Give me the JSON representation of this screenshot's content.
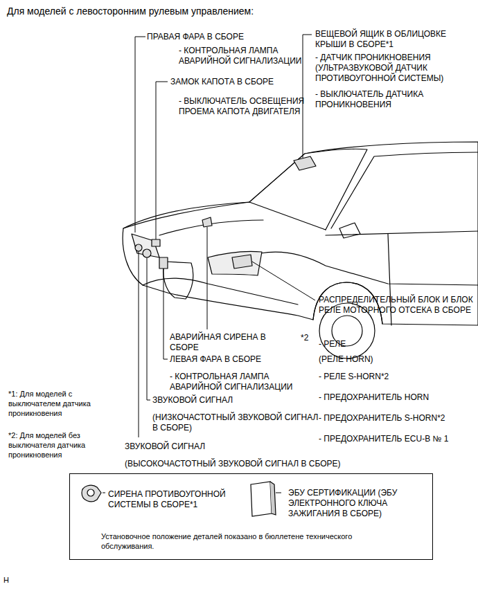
{
  "diagram": {
    "title": "Для моделей с левосторонним рулевым управлением:",
    "nodes": [
      {
        "text": [
          "СИРЕНА ПРОТИВОУГОННОЙ СИСТЕМЫ В СБОРЕ*1",
          "ЭБУ СЕРТИФИКАЦИИ (ЭБУ ЭЛЕКТРОННОГО КЛЮЧА ЗАЖИГАНИЯ В СБОРЕ)",
          "Установочное положение деталей показано в бюллетене технического обслуживания."
        ]
      }
    ],
    "labels": [
      "ПРАВАЯ ФАРА В СБОРЕ",
      "- КОНТРОЛЬНАЯ ЛАМПА АВАРИЙНОЙ СИГНАЛИЗАЦИИ",
      "ЗАМОК КАПОТА В СБОРЕ",
      "- ВЫКЛЮЧАТЕЛЬ ОСВЕЩЕНИЯ ПРОЕМА КАПОТА ДВИГАТЕЛЯ",
      "ВЕЩЕВОЙ ЯЩИК В ОБЛИЦОВКЕ КРЫШИ В СБОРЕ*1",
      "- ДАТЧИК ПРОНИКНОВЕНИЯ (УЛЬТРАЗВУКОВОЙ ДАТЧИК ПРОТИВОУГОННОЙ СИСТЕМЫ)",
      "- ВЫКЛЮЧАТЕЛЬ ДАТЧИКА ПРОНИКНОВЕНИЯ",
      "РАСПРЕДЕЛИТЕЛЬНЫЙ БЛОК И БЛОК РЕЛЕ МОТОРНОГО ОТСЕКА В СБОРЕ",
      "*2",
      "- РЕЛЕ",
      "(РЕЛЕ HORN)",
      "- РЕЛЕ S-HORN*2",
      "- ПРЕДОХРАНИТЕЛЬ HORN",
      "- ПРЕДОХРАНИТЕЛЬ S-HORN*2",
      "- ПРЕДОХРАНИТЕЛЬ ECU-B № 1",
      "АВАРИЙНАЯ СИРЕНА В СБОРЕ",
      "ЛЕВАЯ ФАРА В СБОРЕ",
      "- КОНТРОЛЬНАЯ ЛАМПА АВАРИЙНОЙ СИГНАЛИЗАЦИИ",
      "ЗВУКОВОЙ СИГНАЛ",
      "(НИЗКОЧАСТОТНЫЙ ЗВУКОВОЙ СИГНАЛ В СБОРЕ)",
      "ЗВУКОВОЙ СИГНАЛ",
      "(ВЫСОКОЧАСТОТНЫЙ ЗВУКОВОЙ СИГНАЛ В СБОРЕ)",
      "*1: Для моделей с выключателем датчика проникновения",
      "*2: Для моделей без выключателя датчика проникновения",
      "H"
    ]
  }
}
